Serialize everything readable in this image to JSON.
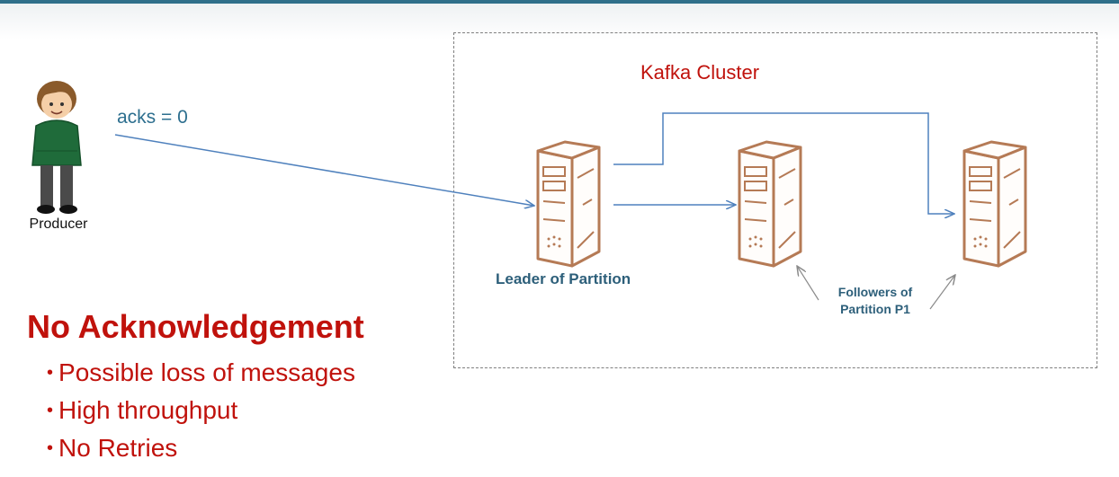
{
  "diagram": {
    "cluster_title": "Kafka Cluster",
    "producer_label": "Producer",
    "acks_label": "acks = 0",
    "leader_label": "Leader of Partition",
    "followers_label_line1": "Followers of",
    "followers_label_line2": "Partition P1"
  },
  "slide": {
    "heading": "No Acknowledgement",
    "bullets": [
      "Possible loss of messages",
      "High throughput",
      "No Retries"
    ]
  },
  "colors": {
    "heading_red": "#c0120c",
    "arrow_blue": "#4f81bd",
    "label_blue": "#2d5f7a",
    "server_brown": "#b57a55",
    "border_gray": "#7f7f7f"
  }
}
